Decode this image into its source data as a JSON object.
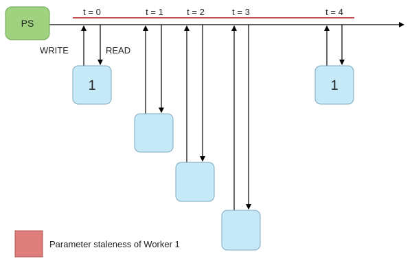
{
  "ps": {
    "label": "PS"
  },
  "time_labels": [
    "t = 0",
    "t = 1",
    "t = 2",
    "t = 3",
    "t = 4"
  ],
  "arrow_labels": {
    "write": "WRITE",
    "read": "READ"
  },
  "workers": [
    {
      "label": "1"
    },
    {
      "label": ""
    },
    {
      "label": ""
    },
    {
      "label": ""
    },
    {
      "label": "1"
    }
  ],
  "legend": {
    "label": "Parameter staleness of Worker 1"
  },
  "colors": {
    "ps_fill": "#9fd17f",
    "ps_stroke": "#6aa84f",
    "worker_fill": "#c5e9f7",
    "worker_stroke": "#7fa9bf",
    "staleness": "#c0504d",
    "legend_fill": "#df7f7d",
    "legend_stroke": "#b0504d",
    "line": "#000000"
  }
}
